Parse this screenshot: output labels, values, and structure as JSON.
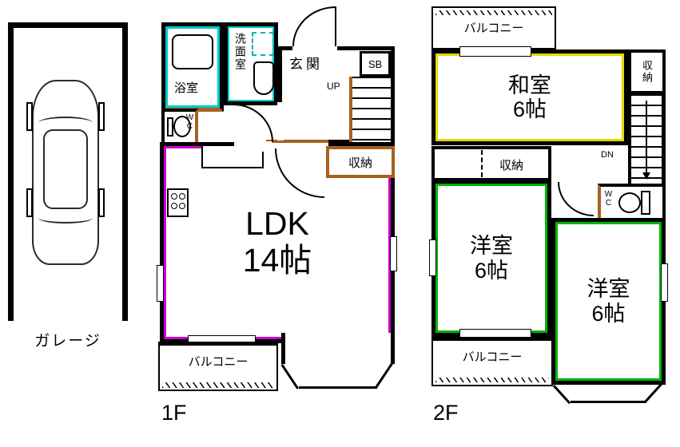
{
  "garage": {
    "label": "ガレージ"
  },
  "floor1": {
    "label": "1F",
    "bath": "浴室",
    "washroom": "洗面室",
    "entrance": "玄関",
    "shoebox": "SB",
    "up": "UP",
    "wc": "WC",
    "storage": "収納",
    "ldk": {
      "name": "LDK",
      "size": "14帖"
    },
    "balcony": "バルコニー"
  },
  "floor2": {
    "label": "2F",
    "balcony_top": "バルコニー",
    "washitsu": {
      "name": "和室",
      "size": "6帖"
    },
    "storage_right": "収納",
    "storage_mid": "収納",
    "dn": "DN",
    "wc": "WC",
    "yoshitsu_left": {
      "name": "洋室",
      "size": "6帖"
    },
    "yoshitsu_right": {
      "name": "洋室",
      "size": "6帖"
    },
    "balcony_bottom": "バルコニー"
  },
  "colors": {
    "wall": "#000000",
    "bath_accent": "#00c8c8",
    "ldk_accent": "#cc00cc",
    "washitsu_accent": "#e6d800",
    "yoshitsu_accent": "#00b400",
    "wood_accent": "#a8611f"
  }
}
